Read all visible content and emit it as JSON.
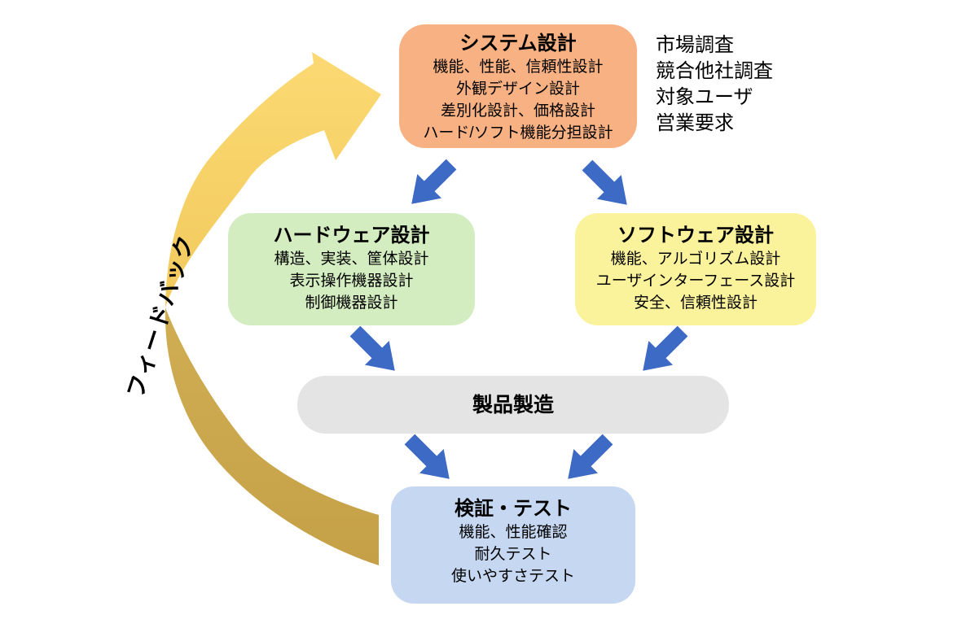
{
  "diagram": {
    "feedback": {
      "label": "フィードバック",
      "light_color": "#F9D56C",
      "dark_color": "#C8A54B"
    },
    "requirements": {
      "items": [
        "市場調査",
        "競合他社調査",
        "対象ユーザ",
        "営業要求"
      ]
    },
    "nodes": {
      "system": {
        "title": "システム設計",
        "items": [
          "機能、性能、信頼性設計",
          "外観デザイン設計",
          "差別化設計、価格設計",
          "ハード/ソフト機能分担設計"
        ],
        "fill": "#F8B182"
      },
      "hardware": {
        "title": "ハードウェア設計",
        "items": [
          "構造、実装、筐体設計",
          "表示操作機器設計",
          "制御機器設計"
        ],
        "fill": "#D4EDC0"
      },
      "software": {
        "title": "ソフトウェア設計",
        "items": [
          "機能、アルゴリズム設計",
          "ユーザインターフェース設計",
          "安全、信頼性設計"
        ],
        "fill": "#FBF29C"
      },
      "manufacturing": {
        "title": "製品製造",
        "fill": "#E4E4E4"
      },
      "testing": {
        "title": "検証・テスト",
        "items": [
          "機能、性能確認",
          "耐久テスト",
          "使いやすさテスト"
        ],
        "fill": "#C5D7F1"
      }
    },
    "arrow_color": "#3C6AC4"
  }
}
